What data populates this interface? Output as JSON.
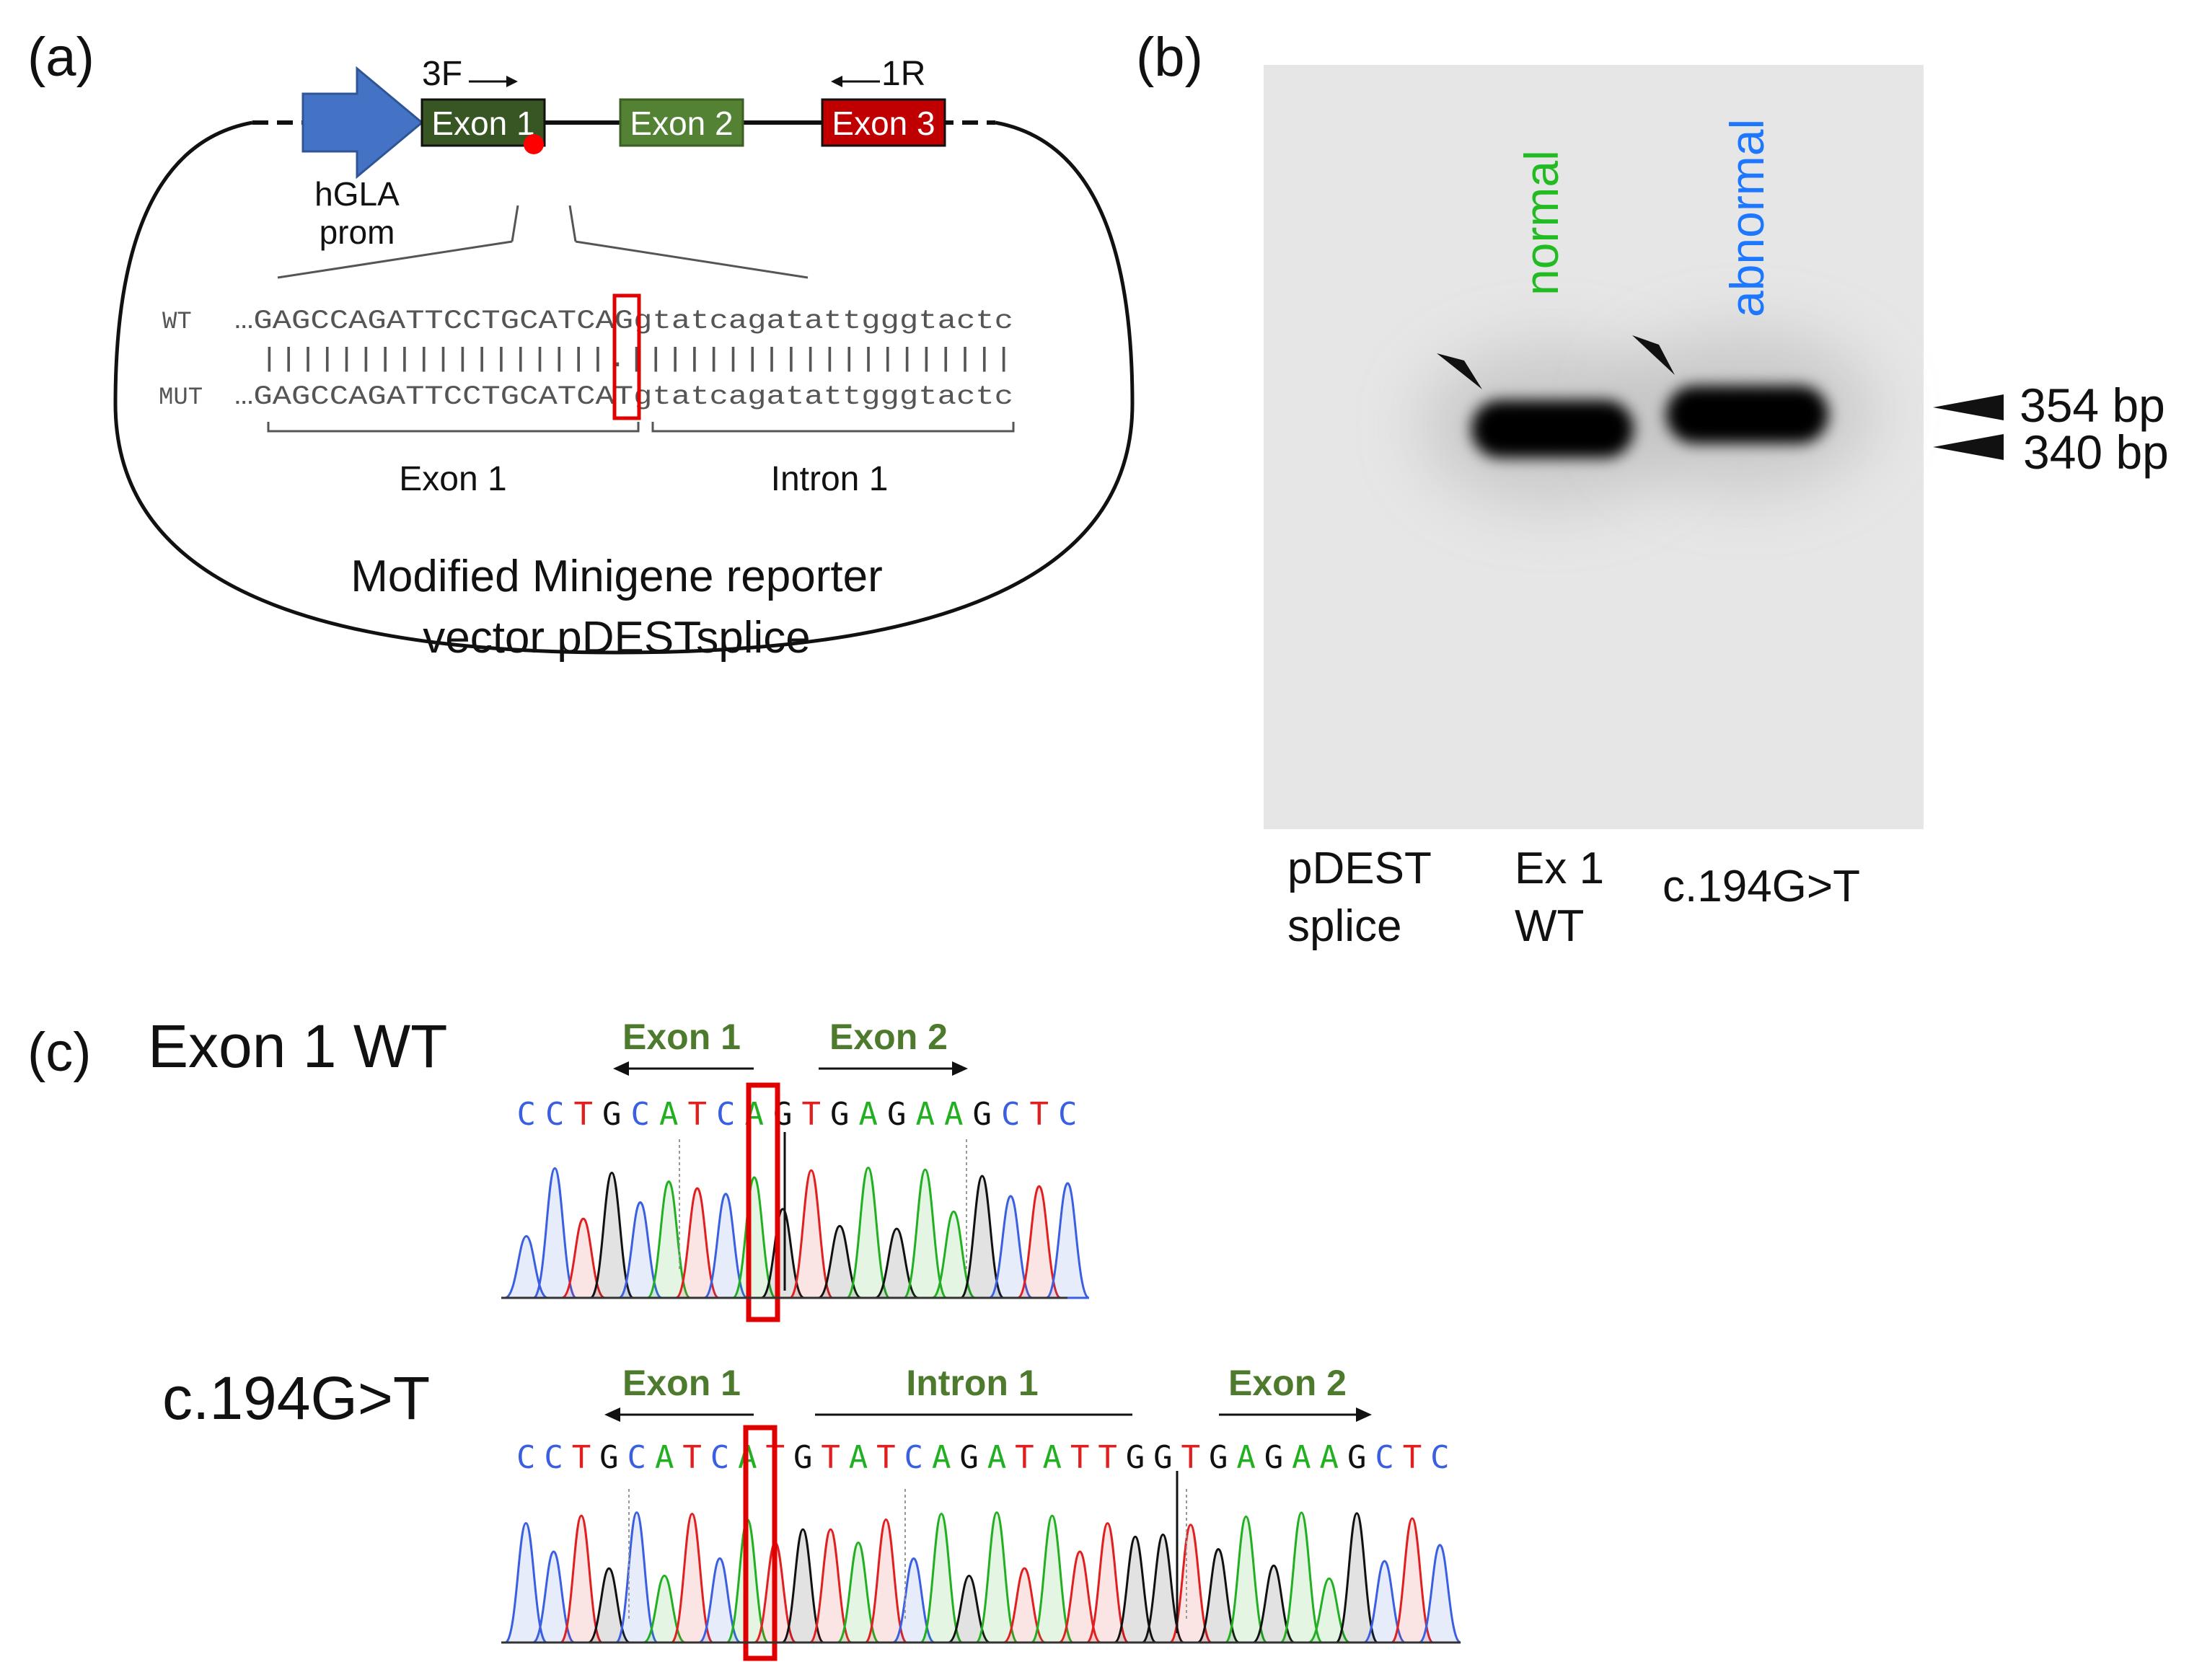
{
  "panels": {
    "a": "(a)",
    "b": "(b)",
    "c": "(c)"
  },
  "panel_a": {
    "primer_forward": "3F",
    "primer_reverse": "1R",
    "exon1": "Exon 1",
    "exon2": "Exon 2",
    "exon3": "Exon 3",
    "promoter_line1": "hGLA",
    "promoter_line2": "prom",
    "wt_label": "WT",
    "mut_label": "MUT",
    "wt_exon_seq": "…GAGCCAGATTCCTGCATCA",
    "wt_site_base": "G",
    "wt_intron_seq": "gtatcagatattgggtactc",
    "mut_exon_seq": "…GAGCCAGATTCCTGCATCA",
    "mut_site_base": "T",
    "mut_intron_seq": "gtatcagatattgggtactc",
    "match_left": "||||||||||||||||||",
    "match_site": ".",
    "match_right": "||||||||||||||||||||",
    "region_exon": "Exon 1",
    "region_intron": "Intron 1",
    "caption_line1": "Modified Minigene reporter",
    "caption_line2": "vector pDESTsplice",
    "colors": {
      "promoter": "#4472c4",
      "exon1": "#375623",
      "exon2": "#548235",
      "exon3": "#c00000",
      "mutation_dot": "#ff0000",
      "highlight": "#e00000"
    }
  },
  "panel_b": {
    "lane_labels": [
      {
        "line1": "pDEST",
        "line2": "splice"
      },
      {
        "line1": "Ex 1",
        "line2": "WT"
      },
      {
        "line1": "c.194G>T",
        "line2": ""
      }
    ],
    "band_labels": {
      "normal": "normal",
      "abnormal": "abnormal"
    },
    "size_markers": [
      "354 bp",
      "340 bp"
    ],
    "colors": {
      "normal": "#22bb22",
      "abnormal": "#1e78ff",
      "gel_background": "#e6e6e6"
    }
  },
  "panel_c": {
    "traces": [
      {
        "title": "Exon 1 WT",
        "regions": [
          {
            "label": "Exon 1",
            "arrow": "left"
          },
          {
            "label": "Exon 2",
            "arrow": "right"
          }
        ],
        "sequence": "CCTGCATCAGTGAGAAGCTC",
        "highlight_index": 9
      },
      {
        "title": "c.194G>T",
        "regions": [
          {
            "label": "Exon 1",
            "arrow": "left"
          },
          {
            "label": "Intron 1",
            "arrow": "none"
          },
          {
            "label": "Exon 2",
            "arrow": "right"
          }
        ],
        "sequence": "CCTGCATCATGTATCAGATATTGGTGAGAAGCTC",
        "highlight_index": 9
      }
    ],
    "base_colors": {
      "A": "#22b022",
      "C": "#3a5fe0",
      "G": "#111111",
      "T": "#e02020"
    },
    "label_color": "#4e7a2e"
  }
}
